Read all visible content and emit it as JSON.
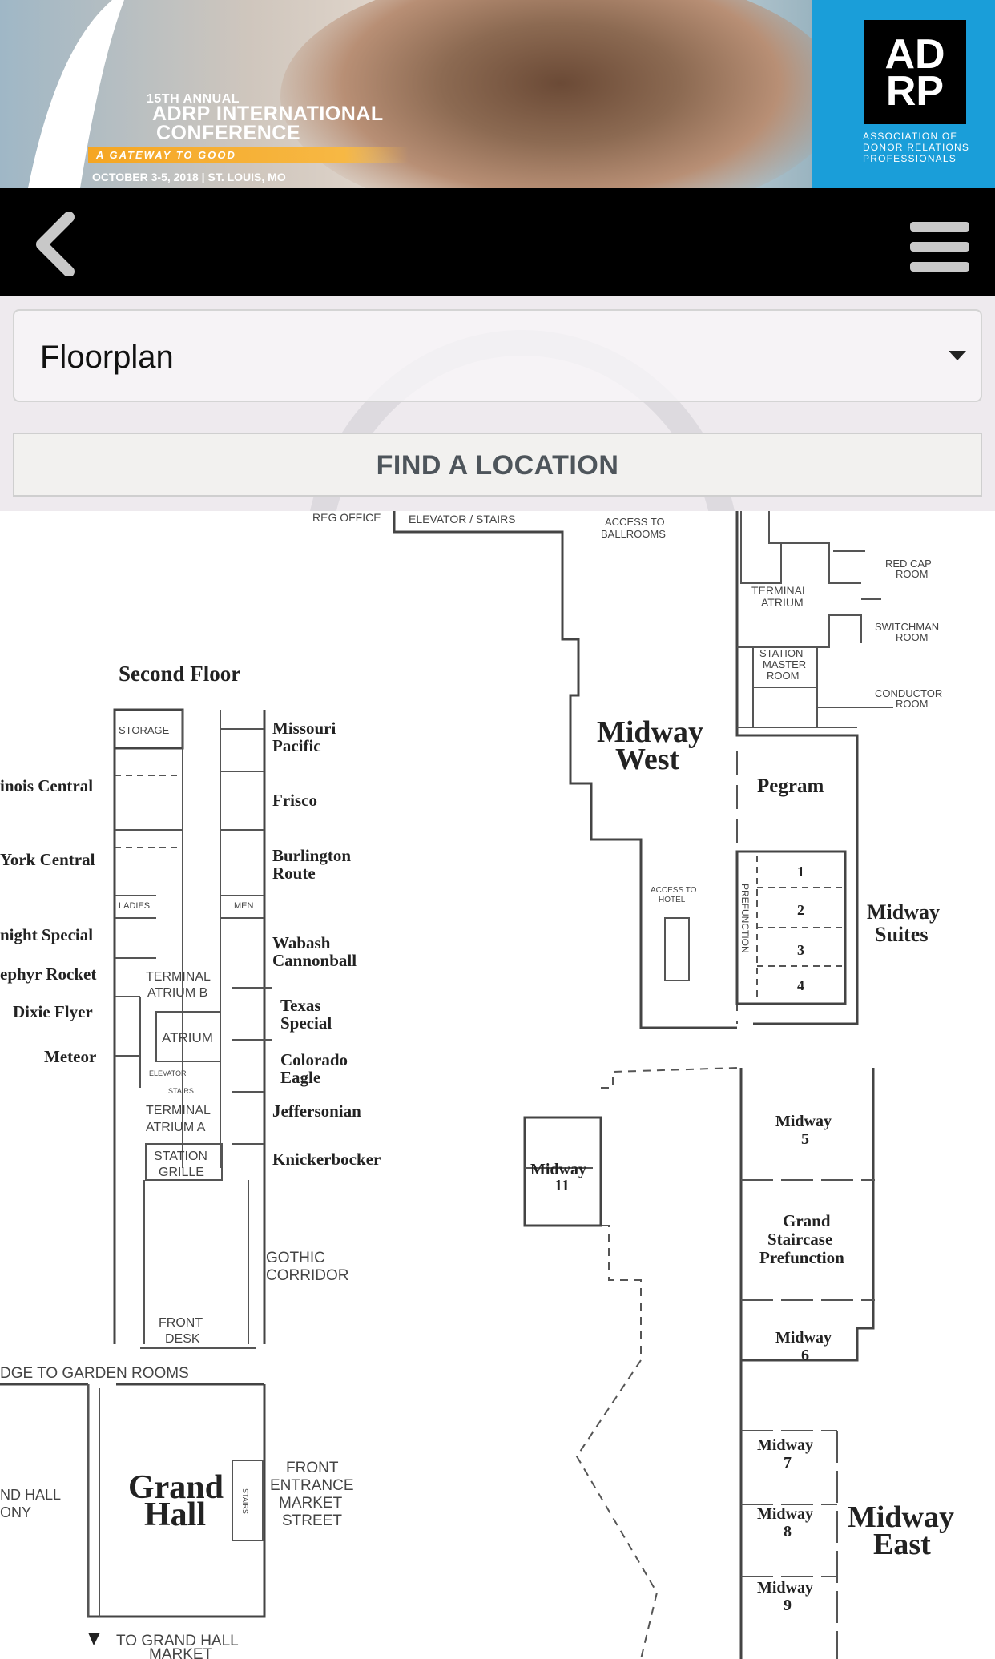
{
  "banner": {
    "annual": "15TH ANNUAL",
    "title_line1": "ADRP INTERNATIONAL",
    "title_line2": "CONFERENCE",
    "tagline": "A GATEWAY TO GOOD",
    "date_location": "OCTOBER 3-5, 2018 | ST. LOUIS, MO",
    "logo_line1": "AD",
    "logo_line2": "RP",
    "org_line1": "ASSOCIATION OF",
    "org_line2": "DONOR RELATIONS",
    "org_line3": "PROFESSIONALS"
  },
  "navbar": {
    "back_icon": "chevron-left-icon",
    "menu_icon": "hamburger-menu-icon"
  },
  "select": {
    "value": "Floorplan",
    "icon": "caret-down-icon"
  },
  "find_button": {
    "label": "FIND A LOCATION"
  },
  "floorplan": {
    "top_labels": {
      "reg_office": "REG OFFICE",
      "elevator_stairs": "ELEVATOR / STAIRS",
      "access_ballrooms_1": "ACCESS TO",
      "access_ballrooms_2": "BALLROOMS"
    },
    "second_floor": "Second Floor",
    "left_rooms": [
      "inois Central",
      "York Central",
      "night Special",
      "ephyr Rocket",
      "Dixie Flyer",
      "Meteor"
    ],
    "right_rooms": {
      "missouri_1": "Missouri",
      "missouri_2": "Pacific",
      "frisco": "Frisco",
      "burlington_1": "Burlington",
      "burlington_2": "Route",
      "wabash_1": "Wabash",
      "wabash_2": "Cannonball",
      "texas_1": "Texas",
      "texas_2": "Special",
      "colorado_1": "Colorado",
      "colorado_2": "Eagle",
      "jeffersonian": "Jeffersonian",
      "knickerbocker": "Knickerbocker"
    },
    "inner_labels": {
      "storage": "STORAGE",
      "ladies": "LADIES",
      "men": "MEN",
      "terminal_b_1": "TERMINAL",
      "terminal_b_2": "ATRIUM B",
      "atrium": "ATRIUM",
      "elevator": "ELEVATOR",
      "stairs": "STAIRS",
      "terminal_a_1": "TERMINAL",
      "terminal_a_2": "ATRIUM A",
      "station_grille_1": "STATION",
      "station_grille_2": "GRILLE",
      "front_desk_1": "FRONT",
      "front_desk_2": "DESK"
    },
    "gothic_1": "GOTHIC",
    "gothic_2": "CORRIDOR",
    "bridge": "DGE TO GARDEN ROOMS",
    "grand_hall_1": "Grand",
    "grand_hall_2": "Hall",
    "stairs_small": "STAIRS",
    "balcony_1": "ND HALL",
    "balcony_2": "ONY",
    "front_entrance": [
      "FRONT",
      "ENTRANCE",
      "MARKET",
      "STREET"
    ],
    "to_market_1": "TO GRAND HALL",
    "to_market_2": "MARKET",
    "midway_west_1": "Midway",
    "midway_west_2": "West",
    "access_hotel_1": "ACCESS TO",
    "access_hotel_2": "HOTEL",
    "terminal_atrium_1": "TERMINAL",
    "terminal_atrium_2": "ATRIUM",
    "station_master": [
      "STATION",
      "MASTER",
      "ROOM"
    ],
    "red_cap_1": "RED CAP",
    "red_cap_2": "ROOM",
    "switchman_1": "SWITCHMAN",
    "switchman_2": "ROOM",
    "conductor_1": "CONDUCTOR",
    "conductor_2": "ROOM",
    "pegram": "Pegram",
    "prefunction": "PREFUNCTION",
    "suite_numbers": [
      "1",
      "2",
      "3",
      "4"
    ],
    "midway_suites_1": "Midway",
    "midway_suites_2": "Suites",
    "midway_11_1": "Midway",
    "midway_11_2": "11",
    "midway_5_1": "Midway",
    "midway_5_2": "5",
    "grand_staircase": [
      "Grand",
      "Staircase",
      "Prefunction"
    ],
    "midway_6_1": "Midway",
    "midway_6_2": "6",
    "midway_7_1": "Midway",
    "midway_7_2": "7",
    "midway_8_1": "Midway",
    "midway_8_2": "8",
    "midway_9_1": "Midway",
    "midway_9_2": "9",
    "midway_east_1": "Midway",
    "midway_east_2": "East"
  }
}
